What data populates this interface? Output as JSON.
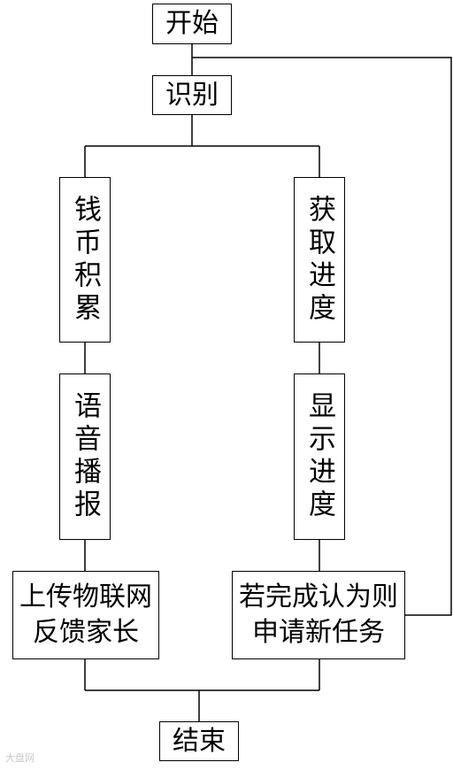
{
  "nodes": {
    "start": "开始",
    "identify": "识别",
    "coins": "钱币积累",
    "progress_get": "获取进度",
    "voice": "语音播报",
    "progress_show": "显示进度",
    "iot_line1": "上传物联网",
    "iot_line2": "反馈家长",
    "task_line1": "若完成认为则",
    "task_line2": "申请新任务",
    "end": "结束"
  },
  "watermark": "大盘网"
}
